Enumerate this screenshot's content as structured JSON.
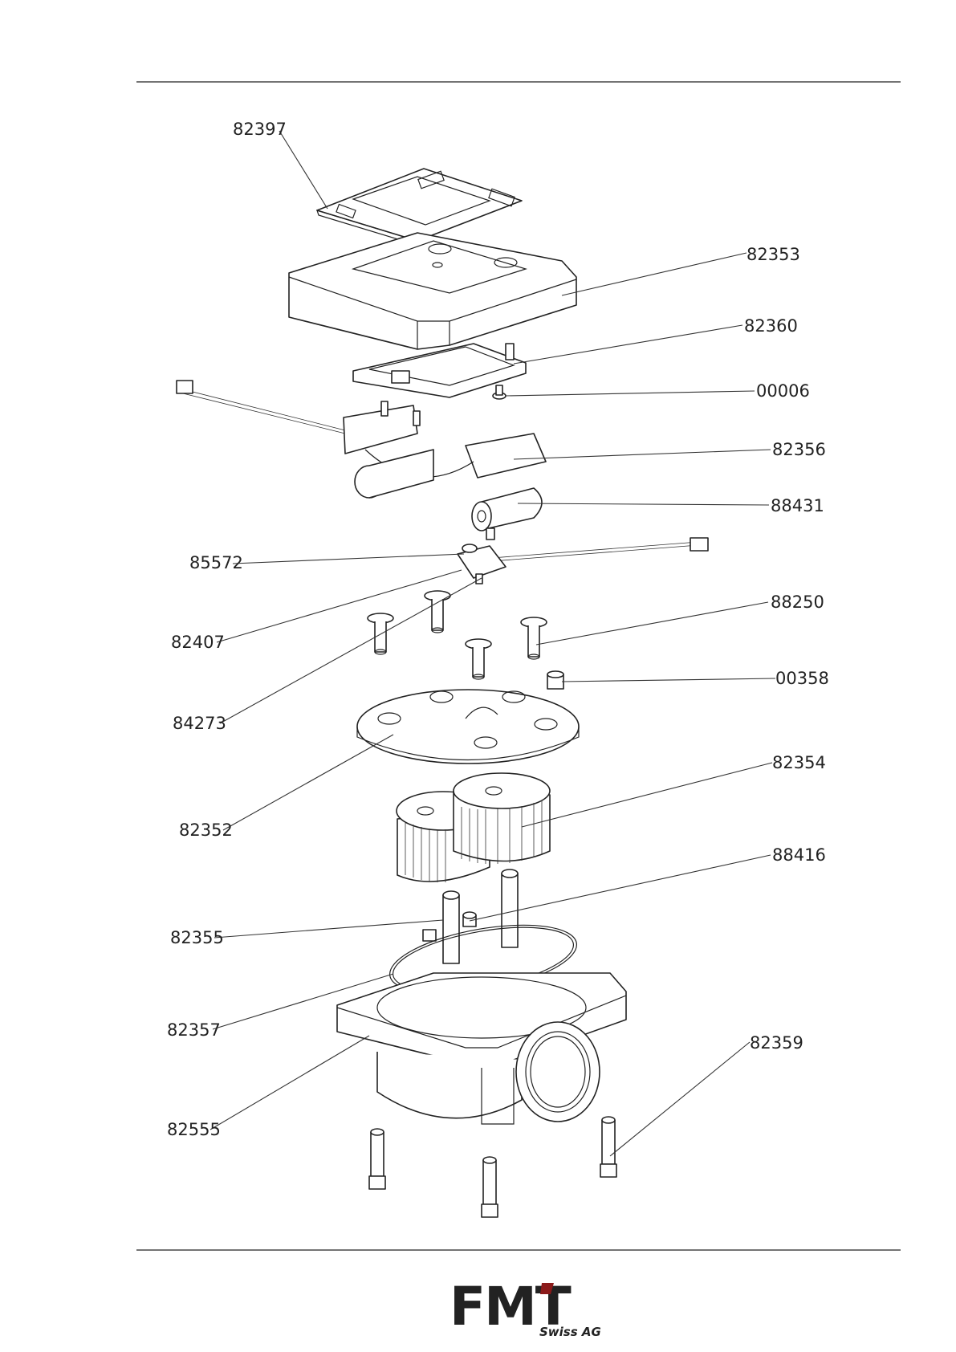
{
  "labels": [
    {
      "id": "82397",
      "text": "82397"
    },
    {
      "id": "82353",
      "text": "82353"
    },
    {
      "id": "82360",
      "text": "82360"
    },
    {
      "id": "00006",
      "text": "00006"
    },
    {
      "id": "82356",
      "text": "82356"
    },
    {
      "id": "88431",
      "text": "88431"
    },
    {
      "id": "85572",
      "text": "85572"
    },
    {
      "id": "82407",
      "text": "82407"
    },
    {
      "id": "88250",
      "text": "88250"
    },
    {
      "id": "84273",
      "text": "84273"
    },
    {
      "id": "00358",
      "text": "00358"
    },
    {
      "id": "82354",
      "text": "82354"
    },
    {
      "id": "82352",
      "text": "82352"
    },
    {
      "id": "88416",
      "text": "88416"
    },
    {
      "id": "82355",
      "text": "82355"
    },
    {
      "id": "82357",
      "text": "82357"
    },
    {
      "id": "82359",
      "text": "82359"
    },
    {
      "id": "82555",
      "text": "82555"
    }
  ],
  "logo": {
    "word": "FMT",
    "sub": "Swiss AG",
    "accent_color": "#8b1a1a"
  }
}
